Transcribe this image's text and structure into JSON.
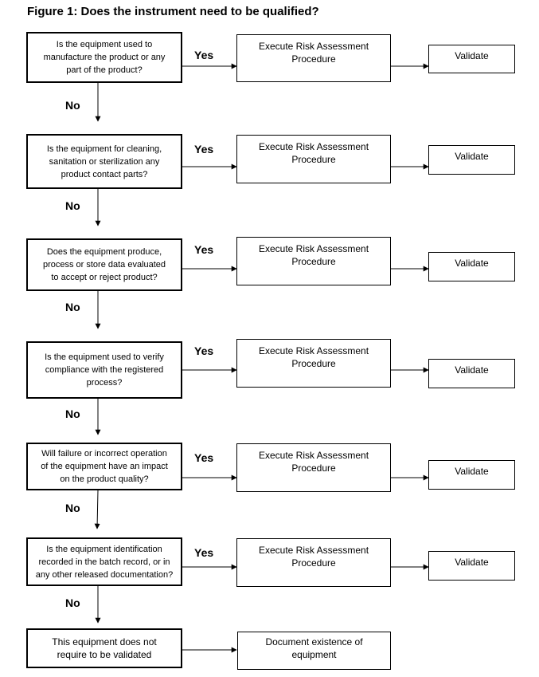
{
  "title": "Figure 1: Does the instrument need to be qualified?",
  "labels": {
    "yes": "Yes",
    "no": "No"
  },
  "rows": [
    {
      "question": "Is the equipment used to\nmanufacture the product or any\npart of the product?",
      "action": "Execute Risk Assessment\nProcedure",
      "result": "Validate"
    },
    {
      "question": "Is the equipment for cleaning,\nsanitation or sterilization any\nproduct contact parts?",
      "action": "Execute Risk Assessment\nProcedure",
      "result": "Validate"
    },
    {
      "question": "Does the equipment produce,\nprocess or store data evaluated\nto accept or reject product?",
      "action": "Execute Risk Assessment\nProcedure",
      "result": "Validate"
    },
    {
      "question": "Is the equipment used to verify\ncompliance with the registered\nprocess?",
      "action": "Execute Risk Assessment\nProcedure",
      "result": "Validate"
    },
    {
      "question": "Will failure or incorrect operation\nof the equipment have an impact\non the product quality?",
      "action": "Execute Risk Assessment\nProcedure",
      "result": "Validate"
    },
    {
      "question": "Is the equipment identification\nrecorded in the batch record, or in\nany other released documentation?",
      "action": "Execute Risk Assessment\nProcedure",
      "result": "Validate"
    }
  ],
  "final": {
    "statement": "This equipment does not\nrequire to be validated",
    "action": "Document existence of\nequipment"
  }
}
